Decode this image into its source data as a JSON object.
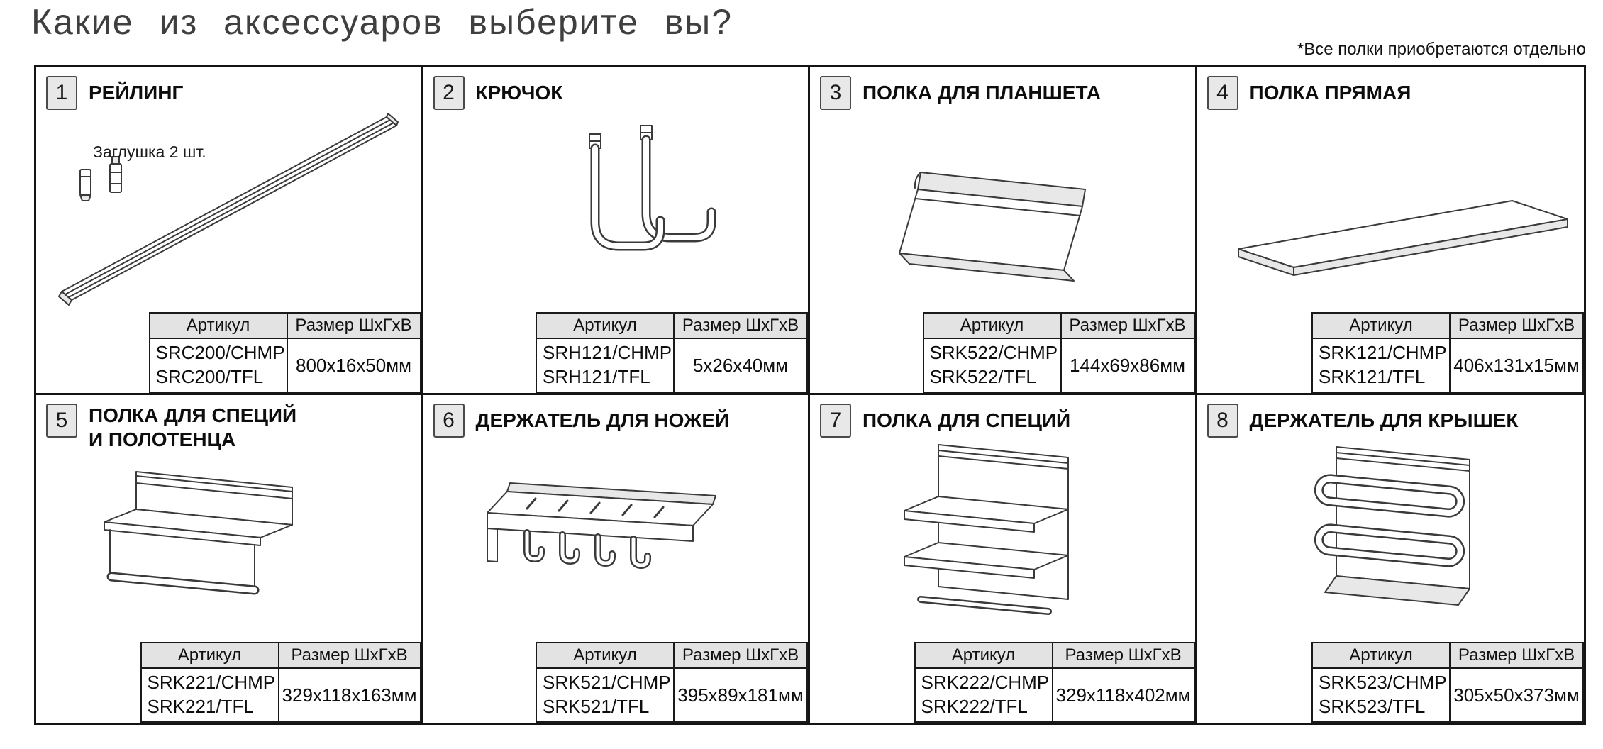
{
  "page": {
    "title": "Какие из аксессуаров выберите вы?",
    "note": "*Все полки приобретаются отдельно"
  },
  "table_headers": {
    "article": "Артикул",
    "size": "Размер ШхГхВ"
  },
  "products": [
    {
      "num": "1",
      "name": "РЕЙЛИНГ",
      "extra": "Заглушка 2 шт.",
      "articles": [
        "SRC200/CHMP",
        "SRC200/TFL"
      ],
      "size": "800x16x50мм"
    },
    {
      "num": "2",
      "name": "КРЮЧОК",
      "articles": [
        "SRH121/CHMP",
        "SRH121/TFL"
      ],
      "size": "5x26x40мм"
    },
    {
      "num": "3",
      "name": "ПОЛКА ДЛЯ ПЛАНШЕТА",
      "articles": [
        "SRK522/CHMP",
        "SRK522/TFL"
      ],
      "size": "144x69x86мм"
    },
    {
      "num": "4",
      "name": "ПОЛКА ПРЯМАЯ",
      "articles": [
        "SRK121/CHMP",
        "SRK121/TFL"
      ],
      "size": "406x131x15мм"
    },
    {
      "num": "5",
      "name": "ПОЛКА ДЛЯ СПЕЦИЙ И ПОЛОТЕНЦА",
      "articles": [
        "SRK221/CHMP",
        "SRK221/TFL"
      ],
      "size": "329x118x163мм"
    },
    {
      "num": "6",
      "name": "ДЕРЖАТЕЛЬ ДЛЯ НОЖЕЙ",
      "articles": [
        "SRK521/CHMP",
        "SRK521/TFL"
      ],
      "size": "395x89x181мм"
    },
    {
      "num": "7",
      "name": "ПОЛКА ДЛЯ СПЕЦИЙ",
      "articles": [
        "SRK222/CHMP",
        "SRK222/TFL"
      ],
      "size": "329x118x402мм"
    },
    {
      "num": "8",
      "name": "ДЕРЖАТЕЛЬ ДЛЯ КРЫШЕК",
      "articles": [
        "SRK523/CHMP",
        "SRK523/TFL"
      ],
      "size": "305x50x373мм"
    }
  ]
}
